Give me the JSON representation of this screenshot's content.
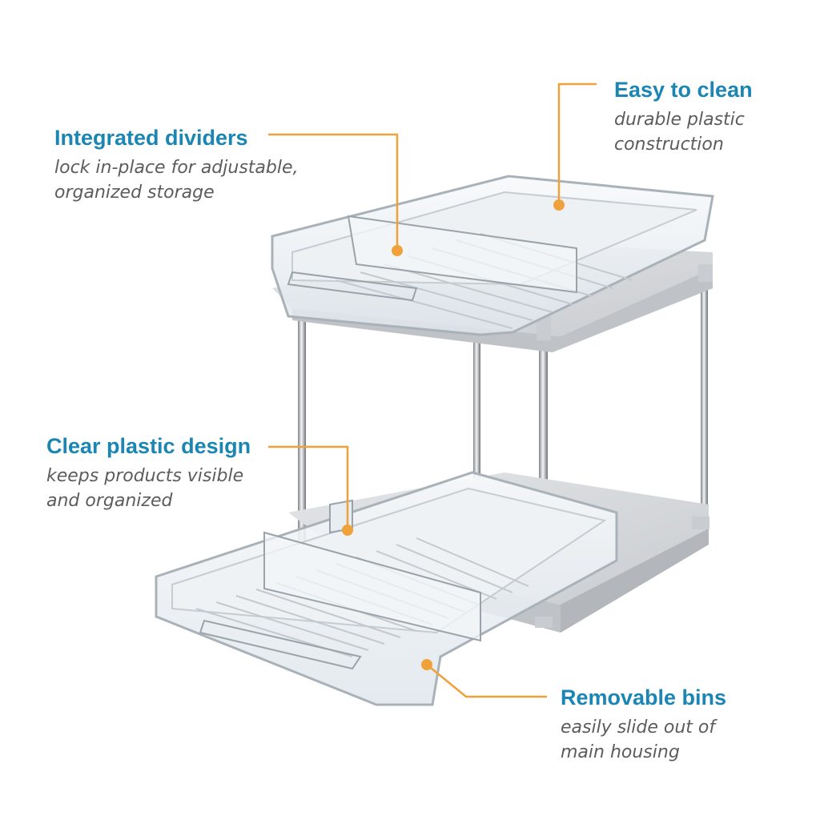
{
  "colors": {
    "title": "#1b86b4",
    "description": "#5c5c5c",
    "leader_line": "#f0a23a",
    "shelf_gray": "#d5d7da",
    "clear_bin": "#eef2f5"
  },
  "callouts": [
    {
      "id": "callout-easy",
      "title": "Easy to clean",
      "lines": [
        "durable plastic",
        "construction"
      ]
    },
    {
      "id": "callout-dividers",
      "title": "Integrated dividers",
      "lines": [
        "lock in-place for adjustable,",
        "organized storage"
      ]
    },
    {
      "id": "callout-clear",
      "title": "Clear plastic design",
      "lines": [
        "keeps products visible",
        "and organized"
      ]
    },
    {
      "id": "callout-removable",
      "title": "Removable bins",
      "lines": [
        "easily slide out of",
        "main housing"
      ]
    }
  ]
}
